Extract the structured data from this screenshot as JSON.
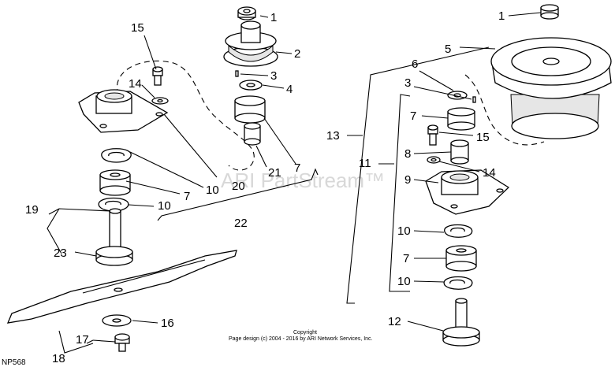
{
  "watermark": "ARI PartStream™",
  "copyright": {
    "line1": "Copyright",
    "line2": "Page design (c) 2004 - 2016 by ARI Network Services, Inc."
  },
  "figure_code": "NP568",
  "callouts": [
    "1",
    "2",
    "3",
    "4",
    "5",
    "6",
    "7",
    "8",
    "9",
    "10",
    "11",
    "12",
    "13",
    "14",
    "15",
    "16",
    "17",
    "18",
    "19",
    "20",
    "21",
    "22",
    "23"
  ]
}
